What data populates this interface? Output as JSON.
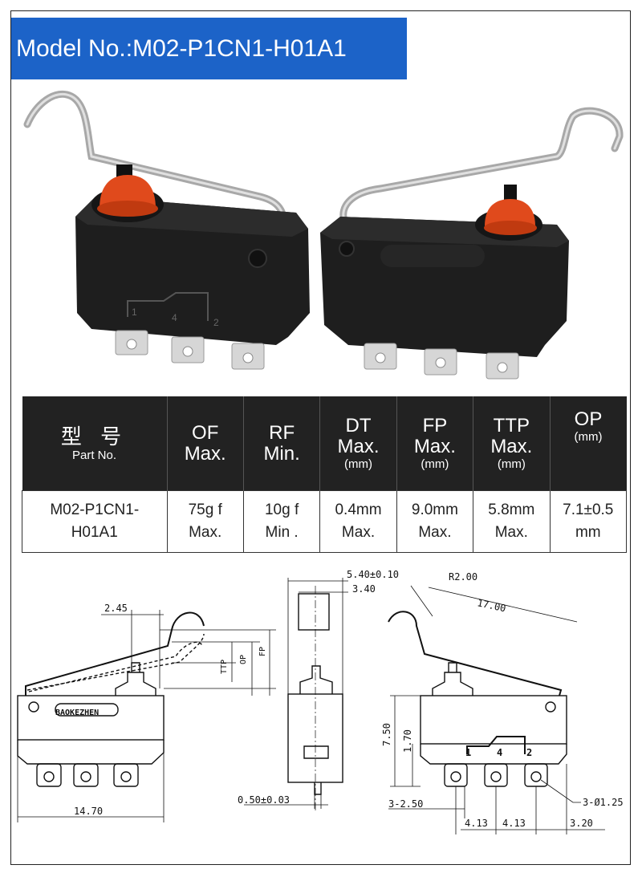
{
  "banner": {
    "prefix": "Model No.:",
    "model": "M02-P1CN1-H01A1"
  },
  "photo": {
    "left_switch_terminals": [
      "1",
      "4",
      "2"
    ]
  },
  "table": {
    "headers": [
      {
        "cn": "型 号",
        "main": "Part No.",
        "line2": "",
        "unit": ""
      },
      {
        "cn": "",
        "main": "OF",
        "line2": "Max.",
        "unit": ""
      },
      {
        "cn": "",
        "main": "RF",
        "line2": "Min.",
        "unit": ""
      },
      {
        "cn": "",
        "main": "DT",
        "line2": "Max.",
        "unit": "(mm)"
      },
      {
        "cn": "",
        "main": "FP",
        "line2": "Max.",
        "unit": "(mm)"
      },
      {
        "cn": "",
        "main": "TTP",
        "line2": "Max.",
        "unit": "(mm)"
      },
      {
        "cn": "",
        "main": "OP",
        "line2": "",
        "unit": "(mm)"
      }
    ],
    "row": [
      {
        "l1": "M02-P1CN1-",
        "l2": "H01A1"
      },
      {
        "l1": "75g f",
        "l2": "Max."
      },
      {
        "l1": "10g f",
        "l2": "Min ."
      },
      {
        "l1": "0.4mm",
        "l2": "Max."
      },
      {
        "l1": "9.0mm",
        "l2": "Max."
      },
      {
        "l1": "5.8mm",
        "l2": "Max."
      },
      {
        "l1": "7.1±0.5",
        "l2": "mm"
      }
    ]
  },
  "drawing": {
    "left": {
      "brand": "BAOKEZHEN",
      "dim_top": "2.45",
      "dim_bottom": "14.70",
      "ttp": "TTP",
      "op": "OP",
      "fp": "FP"
    },
    "middle": {
      "dim_top": "5.40±0.10",
      "dim_second": "3.40",
      "dim_bottom": "0.50±0.03"
    },
    "right": {
      "radius": "R2.00",
      "lever": "17.00",
      "height": "7.50",
      "height2": "1.70",
      "pitch1": "4.13",
      "pitch2": "4.13",
      "offset": "3.20",
      "hole_left": "3-2.50",
      "hole_dia": "3-Ø1.25",
      "t1": "1",
      "t4": "4",
      "t2": "2"
    }
  }
}
